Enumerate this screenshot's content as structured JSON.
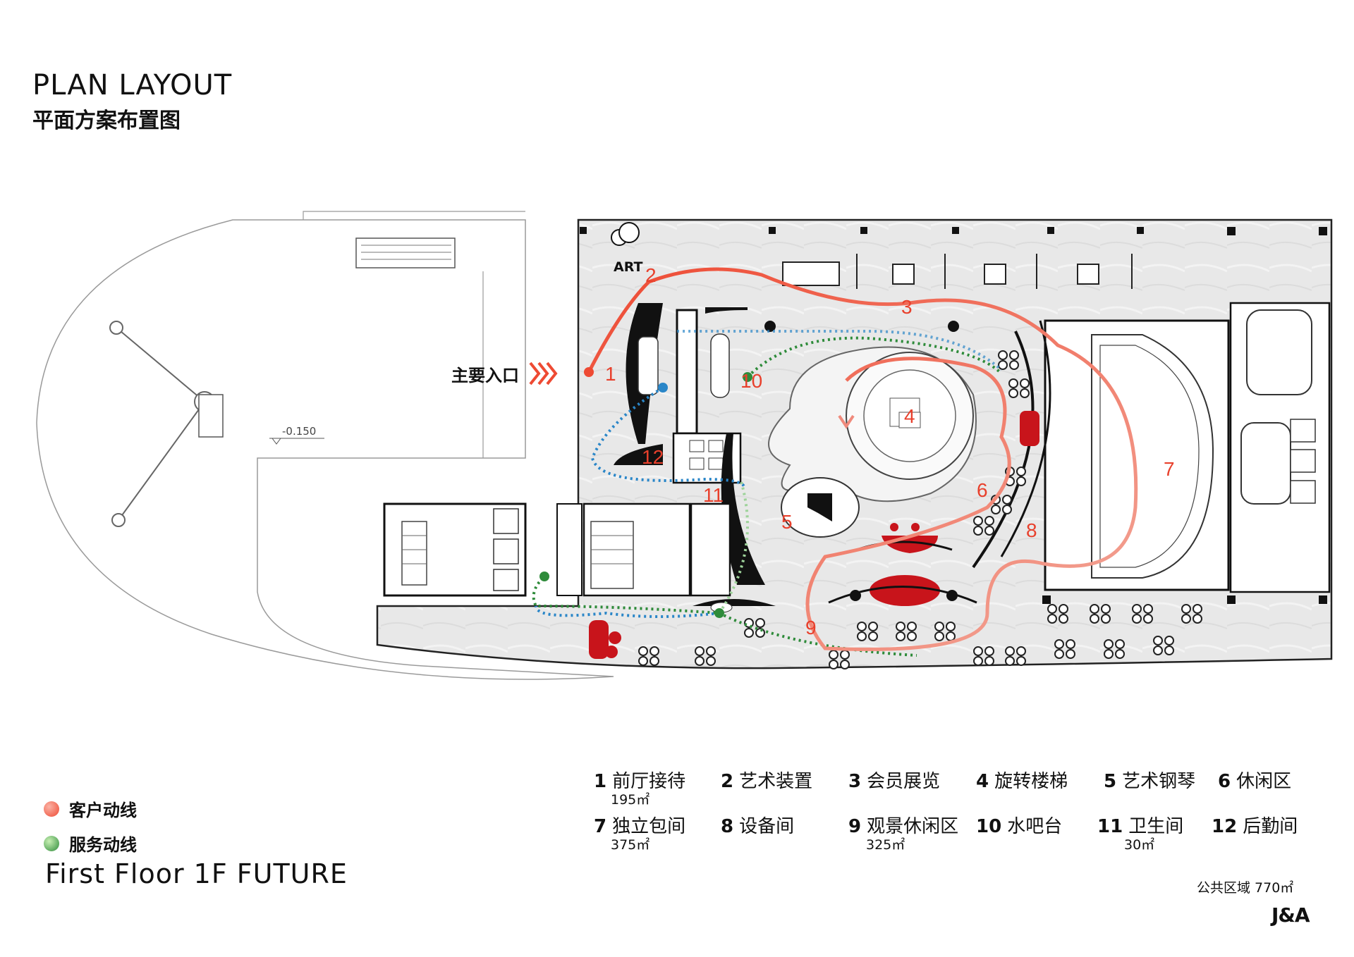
{
  "header": {
    "title_en": "PLAN LAYOUT",
    "title_cn": "平面方案布置图"
  },
  "plan": {
    "entrance_label": "主要入口",
    "art_label": "ART",
    "elevation_label": "-0.150",
    "zone_numbers": [
      "1",
      "2",
      "3",
      "4",
      "5",
      "6",
      "7",
      "8",
      "9",
      "10",
      "11",
      "12"
    ]
  },
  "legend": {
    "customer_flow": "客户动线",
    "service_flow": "服务动线",
    "floor_name": "First Floor 1F FUTURE"
  },
  "key": [
    {
      "num": "1",
      "name": "前厅接待",
      "area": "195㎡"
    },
    {
      "num": "2",
      "name": "艺术装置",
      "area": ""
    },
    {
      "num": "3",
      "name": "会员展览",
      "area": ""
    },
    {
      "num": "4",
      "name": "旋转楼梯",
      "area": ""
    },
    {
      "num": "5",
      "name": "艺术钢琴",
      "area": ""
    },
    {
      "num": "6",
      "name": "休闲区",
      "area": ""
    },
    {
      "num": "7",
      "name": "独立包间",
      "area": "375㎡"
    },
    {
      "num": "8",
      "name": "设备间",
      "area": ""
    },
    {
      "num": "9",
      "name": "观景休闲区",
      "area": "325㎡"
    },
    {
      "num": "10",
      "name": "水吧台",
      "area": ""
    },
    {
      "num": "11",
      "name": "卫生间",
      "area": "30㎡"
    },
    {
      "num": "12",
      "name": "后勤间",
      "area": ""
    }
  ],
  "public_area": "公共区域 770㎡",
  "logo": "J&A",
  "colors": {
    "customer_flow": "#f0533f",
    "service_flow": "#2e8b3a",
    "service_blue": "#2a86c8",
    "marble": "#e9e9e9",
    "accent_red": "#c8141b"
  }
}
